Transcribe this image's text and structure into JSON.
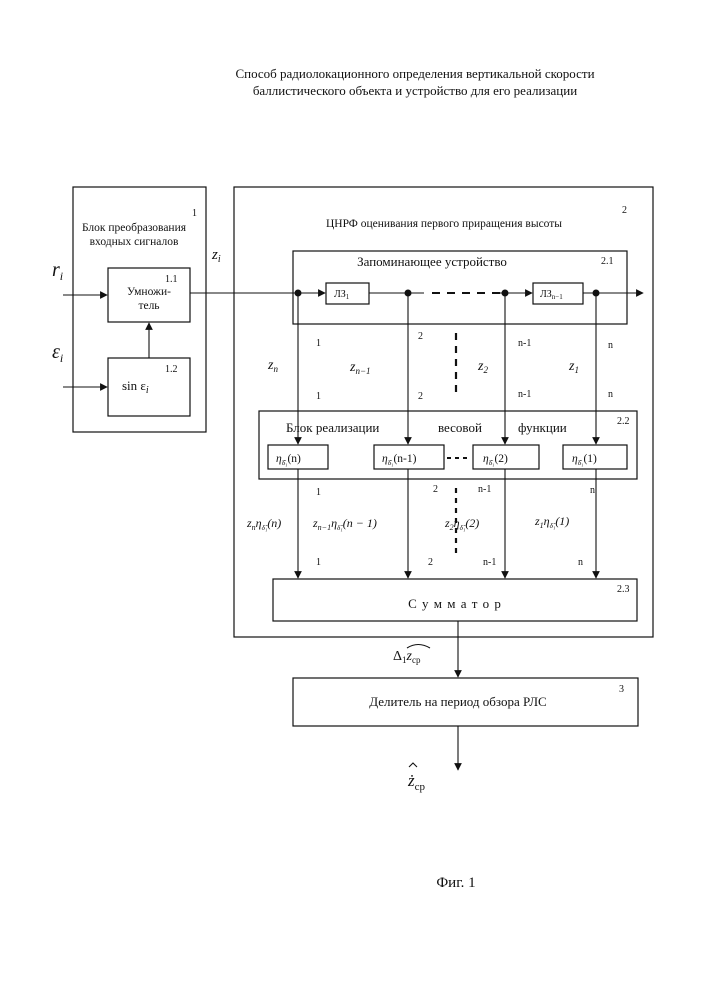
{
  "title_line1": "Способ радиолокационного определения вертикальной скорости",
  "title_line2": "баллистического объекта и устройство для его реализации",
  "block1": {
    "number": "1",
    "label_line1": "Блок преобразования",
    "label_line2": "входных сигналов"
  },
  "block1_1": {
    "number": "1.1",
    "label_line1": "Умножи-",
    "label_line2": "тель"
  },
  "block1_2": {
    "number": "1.2",
    "label": "sin ε",
    "label_sub": "i"
  },
  "block2": {
    "number": "2",
    "label": "ЦНРФ оценивания первого приращения высоты"
  },
  "block2_1": {
    "number": "2.1",
    "label": "Запоминающее устройство",
    "delay_first": "ЛЗ",
    "delay_first_sub": "1",
    "delay_last": "ЛЗ",
    "delay_last_sub": "n−1"
  },
  "block2_2": {
    "number": "2.2",
    "label_part1": "Блок реализации",
    "label_part2": "весовой",
    "label_part3": "функции",
    "cells": [
      {
        "eta": "η",
        "sub": "δ̂₁",
        "arg": "(n)"
      },
      {
        "eta": "η",
        "sub": "δ̂₁",
        "arg": "(n-1)"
      },
      {
        "eta": "η",
        "sub": "δ̂₁",
        "arg": "(2)"
      },
      {
        "eta": "η",
        "sub": "δ̂₁",
        "arg": "(1)"
      }
    ]
  },
  "block2_3": {
    "number": "2.3",
    "label": "С у м м а т о р"
  },
  "block3": {
    "number": "3",
    "label": "Делитель на период обзора РЛС"
  },
  "inputs": {
    "r": "r",
    "r_sub": "i",
    "eps": "ε",
    "eps_sub": "i",
    "z": "z",
    "z_sub": "i"
  },
  "taps": {
    "z_labels": [
      {
        "base": "z",
        "sub": "n"
      },
      {
        "base": "z",
        "sub": "n−1"
      },
      {
        "base": "z",
        "sub": "2"
      },
      {
        "base": "z",
        "sub": "1"
      }
    ],
    "indices": [
      "1",
      "2",
      "n-1",
      "n"
    ]
  },
  "products": [
    {
      "z": "z",
      "zsub": "n",
      "eta": "η",
      "esub": "δ̂₁",
      "arg": "(n)"
    },
    {
      "z": "z",
      "zsub": "n−1",
      "eta": "η",
      "esub": "δ̂₁",
      "arg": "(n − 1)"
    },
    {
      "z": "z",
      "zsub": "2",
      "eta": "η",
      "esub": "δ̂₁",
      "arg": "(2)"
    },
    {
      "z": "z",
      "zsub": "1",
      "eta": "η",
      "esub": "δ̂₁",
      "arg": "(1)"
    }
  ],
  "sum_output": {
    "prefix": "Δ",
    "prefix_sub": "1",
    "value": "z",
    "value_sub": "ср"
  },
  "final_output": {
    "value": "ż",
    "value_sub": "ср"
  },
  "figure_caption": "Фиг. 1"
}
